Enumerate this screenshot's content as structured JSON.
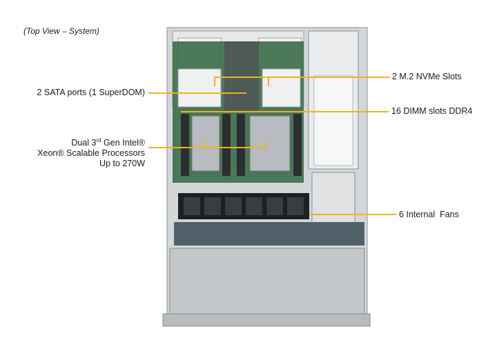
{
  "caption": "(Top View – System)",
  "callouts": {
    "nvme": "2 M.2 NVMe Slots",
    "sata": "2 SATA ports (1 SuperDOM)",
    "dimm": "16 DIMM slots DDR4",
    "cpu_line1_a": "Dual 3",
    "cpu_line1_sup": "rd",
    "cpu_line1_b": " Gen Intel®",
    "cpu_line2": "Xeon® Scalable Processors",
    "cpu_line3": "Up to 270W",
    "fans": "6 Internal  Fans"
  },
  "colors": {
    "leader": "#f2b21a",
    "pcb": "#3b6b4a",
    "chassis": "#c9ccd0"
  }
}
